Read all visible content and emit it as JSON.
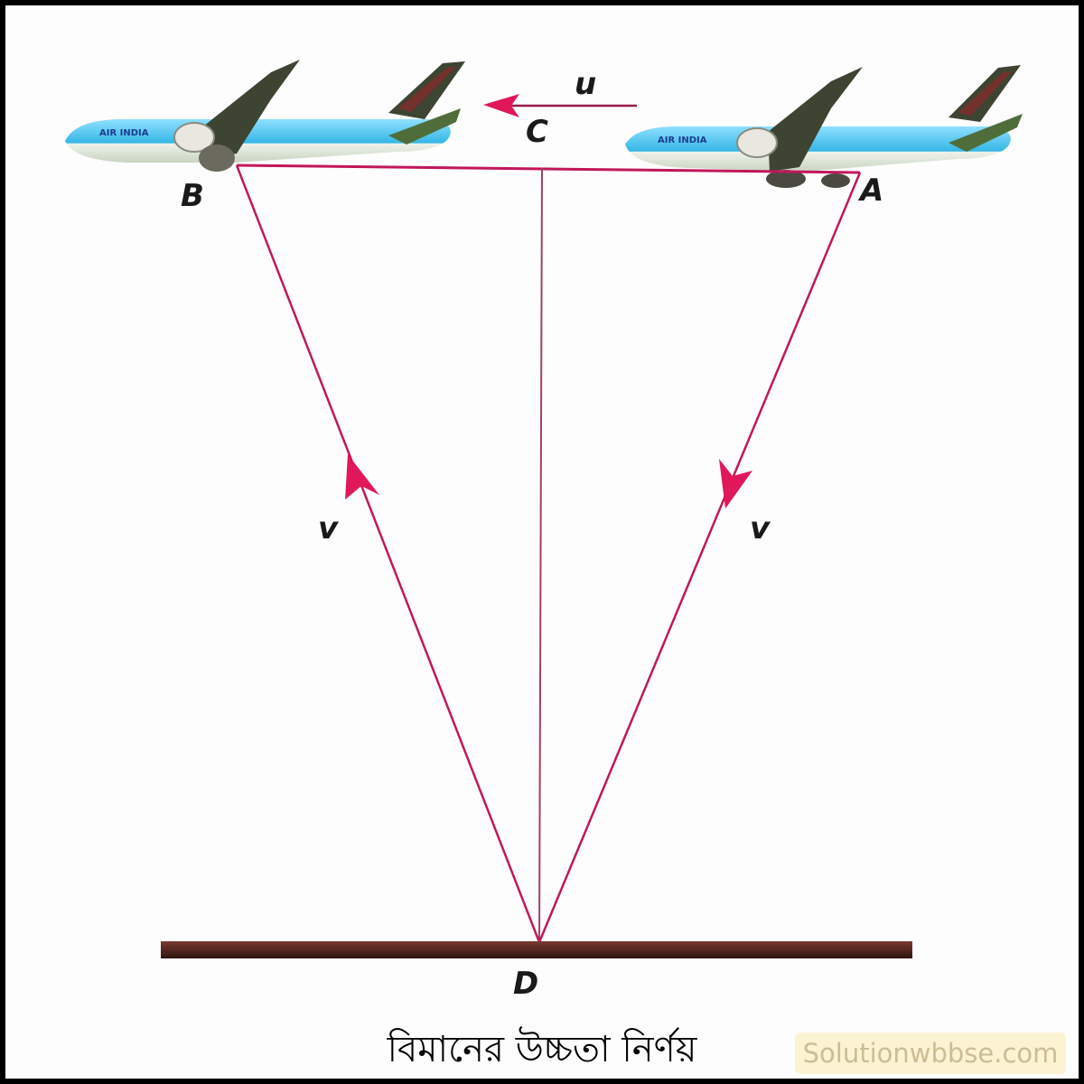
{
  "caption": "বিমানের উচ্চতা নির্ণয়",
  "watermark": "Solutionwbbse.com",
  "labels": {
    "point_a": "A",
    "point_b": "B",
    "point_c": "C",
    "point_d": "D",
    "velocity_u": "u",
    "velocity_v_left": "v",
    "velocity_v_right": "v"
  },
  "airplane_marking": "AIR INDIA",
  "colors": {
    "line": "#c2175b",
    "arrow": "#e0185a",
    "ground": "#5a2a22",
    "fuselage": "#35b6e6",
    "wing": "#3d4432"
  }
}
